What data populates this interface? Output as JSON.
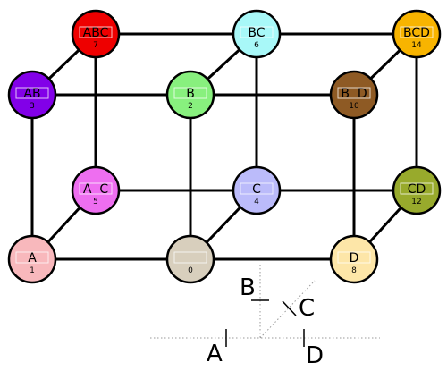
{
  "nodes": [
    {
      "id": "0",
      "label": "",
      "number": "0",
      "color": "#d8cfbd"
    },
    {
      "id": "1",
      "label": "A",
      "number": "1",
      "color": "#f8b8bc"
    },
    {
      "id": "2",
      "label": "B",
      "number": "2",
      "color": "#88f07e"
    },
    {
      "id": "3",
      "label": "AB",
      "number": "3",
      "color": "#8200e8"
    },
    {
      "id": "4",
      "label": "C",
      "number": "4",
      "color": "#bbbbfa"
    },
    {
      "id": "5",
      "label": "A  C",
      "number": "5",
      "color": "#ee6ef0"
    },
    {
      "id": "6",
      "label": "BC",
      "number": "6",
      "color": "#a8f8f8"
    },
    {
      "id": "7",
      "label": "ABC",
      "number": "7",
      "color": "#ee0000"
    },
    {
      "id": "8",
      "label": "D",
      "number": "8",
      "color": "#fde6a8"
    },
    {
      "id": "10",
      "label": "B  D",
      "number": "10",
      "color": "#8e5a24"
    },
    {
      "id": "12",
      "label": "CD",
      "number": "12",
      "color": "#98aa2c"
    },
    {
      "id": "14",
      "label": "BCD",
      "number": "14",
      "color": "#f8b400"
    }
  ],
  "edges": [
    [
      "1",
      "0"
    ],
    [
      "0",
      "8"
    ],
    [
      "5",
      "4"
    ],
    [
      "4",
      "12"
    ],
    [
      "3",
      "2"
    ],
    [
      "2",
      "10"
    ],
    [
      "7",
      "6"
    ],
    [
      "6",
      "14"
    ],
    [
      "1",
      "3"
    ],
    [
      "0",
      "2"
    ],
    [
      "8",
      "10"
    ],
    [
      "5",
      "7"
    ],
    [
      "4",
      "6"
    ],
    [
      "12",
      "14"
    ],
    [
      "1",
      "5"
    ],
    [
      "0",
      "4"
    ],
    [
      "8",
      "12"
    ],
    [
      "3",
      "7"
    ],
    [
      "2",
      "6"
    ],
    [
      "10",
      "14"
    ]
  ],
  "axes": {
    "label_a": "A",
    "label_b": "B",
    "label_c": "C",
    "label_d": "D"
  }
}
